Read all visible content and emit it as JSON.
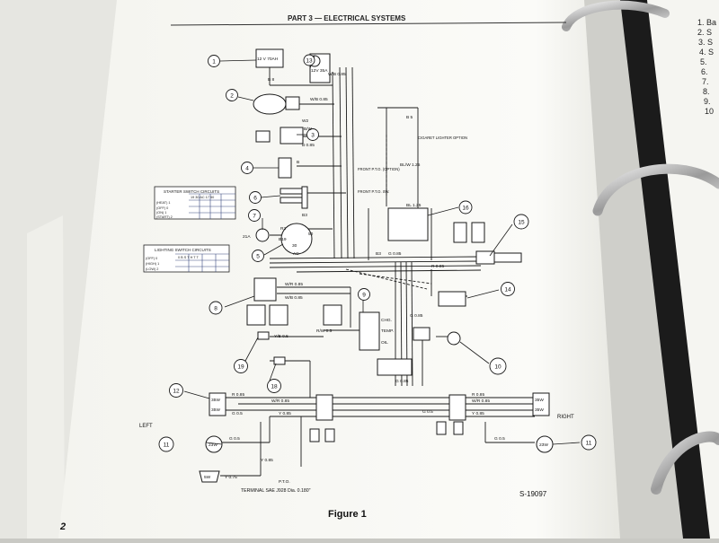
{
  "header": {
    "title": "PART 3 — ELECTRICAL SYSTEMS"
  },
  "right_page": {
    "items": [
      "1. Ba",
      "2. S",
      "3. S",
      "4. S",
      "5.",
      "6.",
      "7.",
      "8.",
      "9.",
      "10"
    ]
  },
  "page_number": "2",
  "figure": {
    "caption": "Figure 1",
    "code": "S-19097"
  },
  "diagram": {
    "callouts": [
      "1",
      "2",
      "3",
      "4",
      "5",
      "6",
      "7",
      "8",
      "9",
      "10",
      "11",
      "12",
      "13",
      "14",
      "15",
      "16",
      "18",
      "19"
    ],
    "side_labels": {
      "left": "LEFT",
      "right": "RIGHT"
    },
    "tables": {
      "starter": {
        "title": "STARTER SWITCH CIRCUITS",
        "header": "19  30  AC  17  50",
        "rows": [
          "(HEAT) 1",
          "(OFF) 0",
          "(ON) 1",
          "(START) 2"
        ]
      },
      "lighting": {
        "title": "LIGHTING SWITCH CIRCUITS",
        "header": "0  B  S  T  H  T  T",
        "rows": [
          "(OFF) 0",
          "(HIGH) 1",
          "(LOW) 2"
        ]
      }
    },
    "labels": {
      "battery": "12 V 70AH",
      "fuse_box": "12V 35A",
      "w_b": "W/B 0.85",
      "b8": "B 8",
      "b5": "B 5",
      "w_b085": "W/B 0.85",
      "w2": "W2",
      "bw": "B/W",
      "b085": "B 0.85",
      "bl2": "B",
      "b3": "B3",
      "r2": "R2",
      "b19": "B19",
      "b30": "30",
      "ac": "AC",
      "b50": "50",
      "amp21": "21A",
      "b5b": "B 0.5",
      "cig": "CIGARET LIGHTER OPTION",
      "blw": "BL/W 1.25",
      "front_pto_opt": "FRONT P.T.O. (OPTION)",
      "front_pto_sw": "FRONT P.T.O. SW.",
      "bl125": "BL 1.25",
      "g085": "G 0.85",
      "b3b": "B3",
      "r085": "R 0.85",
      "g085b": "G 0.85",
      "r_w": "R/W 0.5",
      "chg": "CHG.",
      "temp": "TEMP.",
      "oil": "OIL",
      "y_b": "Y/B 0.5",
      "g085c": "G 0.85",
      "w_r": "W/R 0.85",
      "w_b2": "W/B 0.85",
      "r085l": "R 0.85",
      "w_r_l": "W/R 0.85",
      "y085l": "Y 0.85",
      "g05l": "G 0.5",
      "r085r": "R 0.85",
      "w_r_r": "W/R 0.85",
      "y085r": "Y 0.85",
      "g05r": "G 0.5",
      "g05r2": "G 0.5",
      "g05l2": "G 0.5",
      "y075": "Y 0.75",
      "y085": "Y 0.85",
      "pto": "P.T.O.",
      "terminal": "TERMINAL SAE J928 Dia. 0.180\"",
      "lamp35w_l": "35W",
      "lamp35w_l2": "35W",
      "lamp35w_r": "35W",
      "lamp35w_r2": "35W",
      "lamp23w_l": "23W",
      "lamp23w_r": "23W",
      "lamp5w": "5W"
    }
  },
  "colors": {
    "paper": "#f6f6f2",
    "ink": "#1a1a1a",
    "binder_ring": "#c8c8c8"
  }
}
